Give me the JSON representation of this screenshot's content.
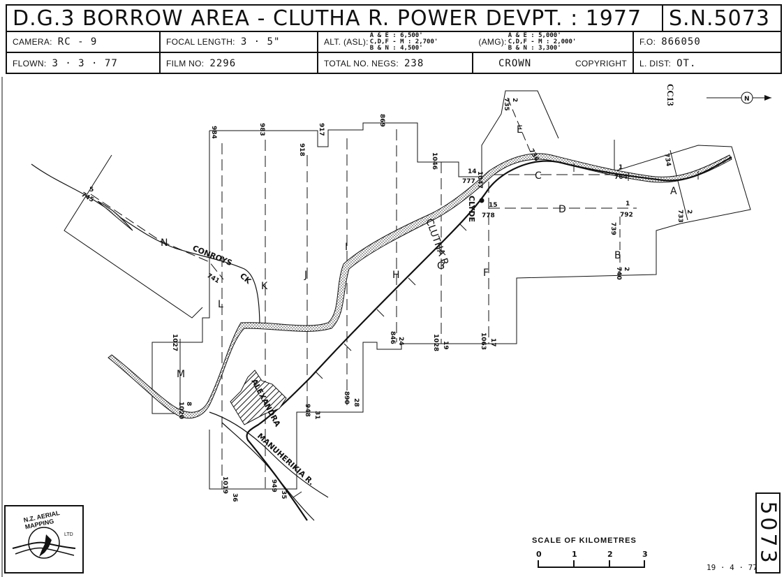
{
  "header": {
    "title": "D.G.3 BORROW AREA - CLUTHA R. POWER DEVPT. : 1977",
    "sheet_number": "S.N.5073",
    "camera_label": "CAMERA:",
    "camera_value": "RC - 9",
    "focal_label": "FOCAL LENGTH:",
    "focal_value": "3 · 5\"",
    "alt_asl_label": "ALT. (ASL):",
    "alt_asl_lines": [
      "A & E : 6,500'",
      "C,D,F - M : 2,700'",
      "B & N : 4,500'"
    ],
    "alt_amg_label": "(AMG):",
    "alt_amg_lines": [
      "A & E : 5,000'",
      "C,D,F - M : 2,000'",
      "B & N : 3,300'"
    ],
    "fo_label": "F.O:",
    "fo_value": "866050",
    "flown_label": "FLOWN:",
    "flown_value": "3 · 3 · 77",
    "film_label": "FILM NO:",
    "film_value": "2296",
    "negs_label": "TOTAL NO. NEGS:",
    "negs_value": "238",
    "crown": "CROWN",
    "copyright": "COPYRIGHT",
    "dist_label": "L. DIST:",
    "dist_value": "OT."
  },
  "map": {
    "north_symbol": "N",
    "cc_code": "CC13",
    "places": {
      "alexandra": "ALEXANDRA",
      "clyde": "CLYDE",
      "clutha": "CLUTHA R.",
      "manuherikia": "MANUHERIKIA R.",
      "conroys_1": "CONROYS",
      "conroys_2": "CK"
    },
    "run_letters": {
      "A": "A",
      "B": "B",
      "C": "C",
      "D": "D",
      "E": "E",
      "F": "F",
      "G": "G",
      "H": "H",
      "I": "I",
      "J": "J",
      "K": "K",
      "L": "L",
      "M": "M",
      "N": "N"
    },
    "frame_numbers": {
      "f984": "984",
      "f983": "983",
      "f918": "918",
      "f917": "917",
      "f869": "869",
      "f1046": "1046",
      "f1047": "1047",
      "f777": "777",
      "f14": "14",
      "f15": "15",
      "f778": "778",
      "f2a": "2",
      "f735": "735",
      "f736": "736",
      "f1a": "1",
      "f764": "764",
      "f734": "734",
      "f733": "733",
      "f2b": "2",
      "f792": "792",
      "f1b": "1",
      "f739": "739",
      "f2c": "2",
      "f740": "740",
      "f5": "5",
      "f745": "745",
      "f741": "741",
      "f1027": "1027",
      "f8": "8",
      "f1020": "1020",
      "f1063": "1063",
      "f17": "17",
      "f1028": "1028",
      "f19": "19",
      "f846": "846",
      "f24": "24",
      "f890": "890",
      "f28": "28",
      "f948": "948",
      "f31": "31",
      "f1019": "1019",
      "f36": "36",
      "f949": "949",
      "f35": "35"
    }
  },
  "logo": {
    "text": "N.Z. AERIAL MAPPING",
    "sub": "LTD"
  },
  "scale": {
    "title": "SCALE   OF   KILOMETRES",
    "ticks": [
      {
        "label": "0",
        "km": 0
      },
      {
        "label": "1",
        "km": 1
      },
      {
        "label": "2",
        "km": 2
      },
      {
        "label": "3",
        "km": 3
      }
    ]
  },
  "side_number": "5073",
  "date": "19 · 4 · 77"
}
